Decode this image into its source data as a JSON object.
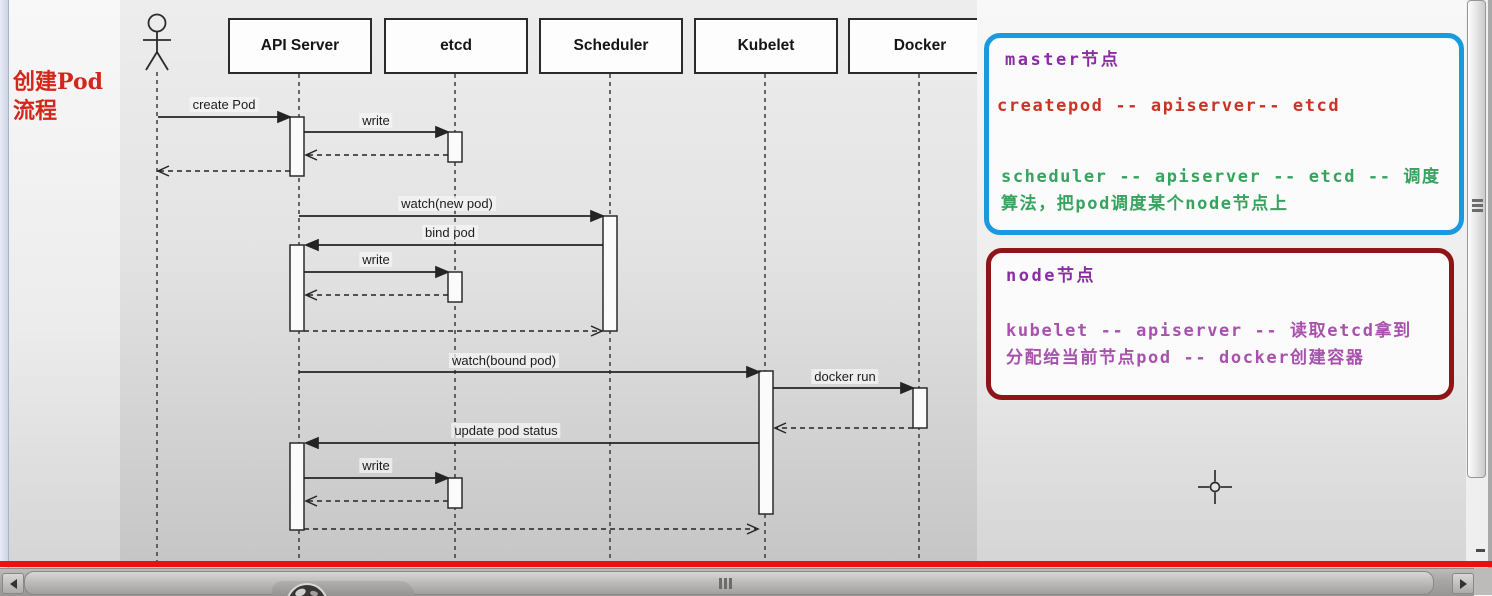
{
  "left_panel": {
    "title_line1": "创建Pod",
    "title_line2": "流程",
    "title_color": "#d2281a"
  },
  "diagram": {
    "participants": [
      {
        "label": "API Server"
      },
      {
        "label": "etcd"
      },
      {
        "label": "Scheduler"
      },
      {
        "label": "Kubelet"
      },
      {
        "label": "Docker"
      }
    ],
    "messages": [
      {
        "label": "create Pod"
      },
      {
        "label": "write"
      },
      {
        "label": "watch(new pod)"
      },
      {
        "label": "bind pod"
      },
      {
        "label": "write"
      },
      {
        "label": "watch(bound pod)"
      },
      {
        "label": "docker run"
      },
      {
        "label": "update pod status"
      },
      {
        "label": "write"
      }
    ]
  },
  "notes": {
    "master": {
      "title": "master节点",
      "line1": "createpod -- apiserver-- etcd",
      "line2": "scheduler -- apiserver -- etcd -- 调度",
      "line3": "算法，把pod调度某个node节点上",
      "border_color": "#1a9ade",
      "title_color": "#8a2da5",
      "line1_color": "#cb3423",
      "line23_color": "#36a35e"
    },
    "node": {
      "title": "node节点",
      "line1": "kubelet -- apiserver -- 读取etcd拿到",
      "line2": "分配给当前节点pod -- docker创建容器",
      "border_color": "#8e1517",
      "text_color": "#a851ad"
    }
  },
  "decorations": {
    "highlight_line_color": "#ee1010"
  }
}
